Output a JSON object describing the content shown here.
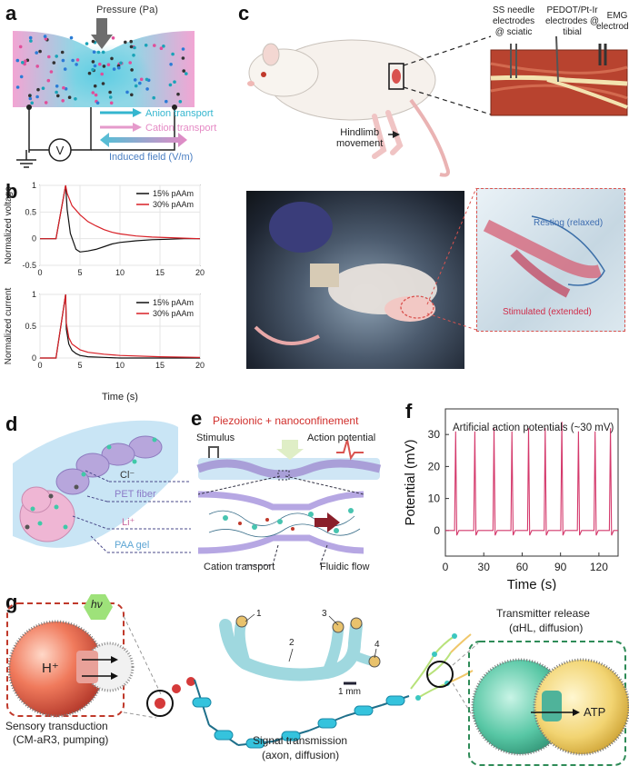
{
  "panel_labels": {
    "a": "a",
    "b": "b",
    "c": "c",
    "d": "d",
    "e": "e",
    "f": "f",
    "g": "g"
  },
  "panel_a": {
    "pressure": "Pressure (Pa)",
    "anion": "Anion transport",
    "cation": "Cation transport",
    "field": "Induced field (V/m)",
    "meter": "V"
  },
  "panel_b": {
    "ylabel_top": "Normalized voltage",
    "ylabel_bottom": "Normalized current",
    "xlabel": "Time (s)",
    "colors": {
      "15": "#111111",
      "30": "#d81f26"
    }
  },
  "chart_data": [
    {
      "type": "line",
      "title": "",
      "xlabel": "",
      "ylabel": "Normalized voltage",
      "xlim": [
        0,
        20
      ],
      "ylim": [
        -0.5,
        1
      ],
      "xticks": [
        0,
        5,
        10,
        15,
        20
      ],
      "yticks": [
        -0.5,
        0,
        0.5,
        1
      ],
      "legend": "top-right",
      "series": [
        {
          "name": "15% pAAm",
          "x": [
            0,
            2,
            3.2,
            3.4,
            3.8,
            4.5,
            5,
            6,
            7,
            8,
            9,
            10,
            12,
            14,
            16,
            18,
            20
          ],
          "y": [
            0,
            0,
            1,
            0.55,
            0.1,
            -0.2,
            -0.25,
            -0.23,
            -0.2,
            -0.15,
            -0.1,
            -0.07,
            -0.04,
            -0.02,
            -0.01,
            0,
            0
          ]
        },
        {
          "name": "30% pAAm",
          "x": [
            0,
            2,
            3.2,
            3.4,
            4,
            5,
            6,
            7,
            8,
            9,
            10,
            12,
            14,
            16,
            18,
            20
          ],
          "y": [
            0,
            0,
            1,
            0.85,
            0.62,
            0.45,
            0.32,
            0.24,
            0.17,
            0.12,
            0.09,
            0.05,
            0.03,
            0.02,
            0.01,
            0
          ]
        }
      ]
    },
    {
      "type": "line",
      "title": "",
      "xlabel": "Time (s)",
      "ylabel": "Normalized current",
      "xlim": [
        0,
        20
      ],
      "ylim": [
        0,
        1
      ],
      "xticks": [
        0,
        5,
        10,
        15,
        20
      ],
      "yticks": [
        0,
        0.5,
        1
      ],
      "legend": "top-right",
      "series": [
        {
          "name": "15% pAAm",
          "x": [
            0,
            2,
            3.2,
            3.3,
            3.6,
            4,
            4.5,
            5,
            6,
            8,
            10,
            15,
            20
          ],
          "y": [
            0,
            0,
            1,
            0.45,
            0.22,
            0.12,
            0.07,
            0.04,
            0.02,
            0.01,
            0,
            0,
            0
          ]
        },
        {
          "name": "30% pAAm",
          "x": [
            0,
            2,
            3.2,
            3.3,
            3.6,
            4,
            5,
            6,
            8,
            10,
            15,
            20
          ],
          "y": [
            0,
            0,
            1,
            0.55,
            0.32,
            0.22,
            0.13,
            0.09,
            0.06,
            0.04,
            0.02,
            0.01
          ]
        }
      ]
    },
    {
      "type": "line",
      "title": "Artificial action potentials (~30 mV)",
      "xlabel": "Time (s)",
      "ylabel": "Potential (mV)",
      "xlim": [
        0,
        135
      ],
      "ylim": [
        -8,
        38
      ],
      "xticks": [
        0,
        30,
        60,
        90,
        120
      ],
      "yticks": [
        0,
        10,
        20,
        30
      ],
      "spikes": [
        {
          "x": 8,
          "y": 31
        },
        {
          "x": 23,
          "y": 31
        },
        {
          "x": 38,
          "y": 32
        },
        {
          "x": 52,
          "y": 31
        },
        {
          "x": 65,
          "y": 32
        },
        {
          "x": 78,
          "y": 32
        },
        {
          "x": 91,
          "y": 34
        },
        {
          "x": 104,
          "y": 31
        },
        {
          "x": 117,
          "y": 31
        },
        {
          "x": 129,
          "y": 32
        }
      ]
    }
  ],
  "panel_c": {
    "electrode1": "SS needle\nelectrodes\n@ sciatic",
    "electrode2": "PEDOT/Pt-Ir\nelectrodes @\ntibial",
    "electrode3": "EMG\nelectrodes",
    "hindlimb": "Hindlimb\nmovement",
    "resting": "Resting (relaxed)",
    "stimulated": "Stimulated (extended)"
  },
  "panel_d": {
    "cl": "Cl⁻",
    "pet": "PET fiber",
    "li": "Li⁺",
    "paa": "PAA gel"
  },
  "panel_e": {
    "title": "Piezoionic + nanoconfinement",
    "stimulus": "Stimulus",
    "action": "Action potential",
    "cation": "Cation transport",
    "flow": "Fluidic flow"
  },
  "panel_g": {
    "hv": "hν",
    "h": "H⁺",
    "sensory1": "Sensory transduction",
    "sensory2": "(CM-aR3, pumping)",
    "signal1": "Signal transmission",
    "signal2": "(axon, diffusion)",
    "transmitter1": "Transmitter release",
    "transmitter2": "(αHL, diffusion)",
    "atp": "ATP",
    "scale": "1 mm",
    "n1": "1",
    "n2": "2",
    "n3": "3",
    "n4": "4"
  }
}
